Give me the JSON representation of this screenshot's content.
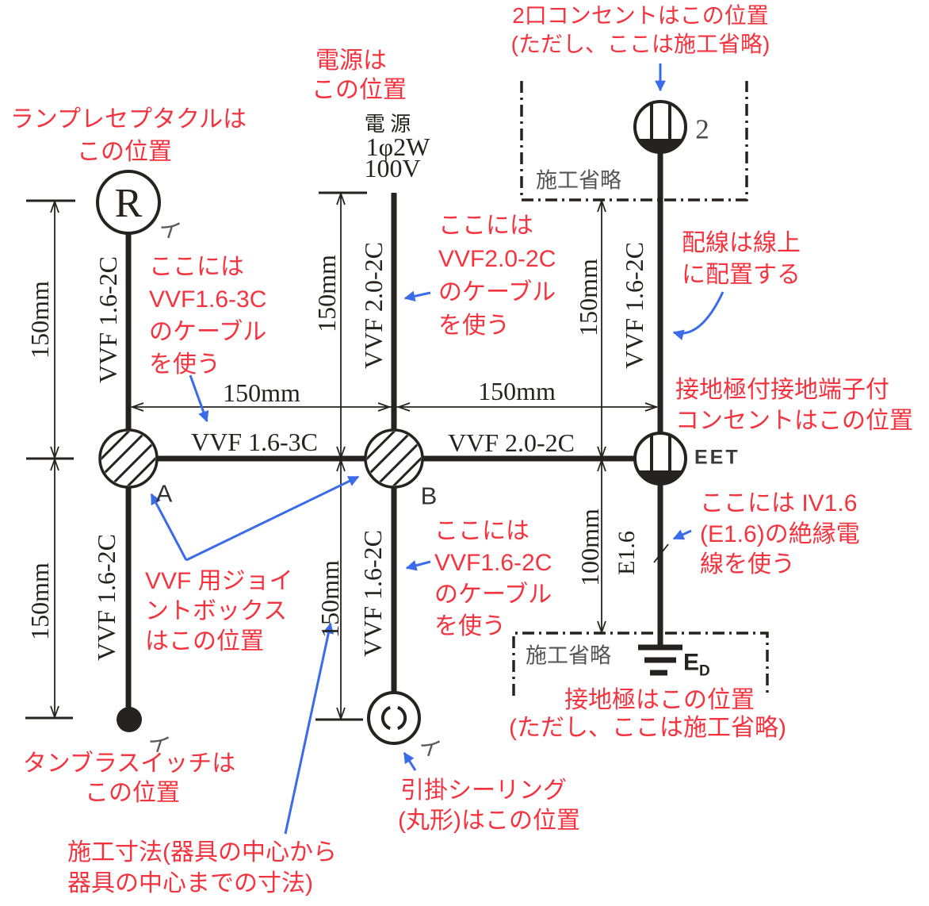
{
  "colors": {
    "wire": "#262220",
    "red": "#f4333f",
    "blue": "#3a6be8",
    "gray": "#555555"
  },
  "power_source": {
    "title": "電 源",
    "phase": "1φ2W",
    "voltage": "100V"
  },
  "devices": {
    "lamp_receptacle": {
      "symbol": "R",
      "circuit": "イ"
    },
    "double_outlet": {
      "count_label": "2"
    },
    "joint_box_a": {
      "label": "A"
    },
    "joint_box_b": {
      "label": "B"
    },
    "tumbler_switch": {
      "circuit": "イ"
    },
    "ceiling_rose": {
      "circuit": "イ"
    },
    "eet_outlet": {
      "label": "EET"
    },
    "ground_electrode": {
      "label": "E",
      "label_sub": "D"
    }
  },
  "omitted_boxes": {
    "top": "施工省略",
    "bottom": "施工省略"
  },
  "cables": {
    "lamp_to_a": "VVF 1.6-2C",
    "a_to_switch": "VVF 1.6-2C",
    "source_to_b": "VVF 2.0-2C",
    "b_to_ceiling": "VVF 1.6-2C",
    "outlet_to_eet": "VVF 1.6-2C",
    "eet_to_ground": "E1.6",
    "a_to_b": "VVF 1.6-3C",
    "b_to_eet": "VVF 2.0-2C"
  },
  "dimensions": {
    "left_upper": "150mm",
    "left_lower": "150mm",
    "center_upper": "150mm",
    "center_lower": "150mm",
    "right_upper": "150mm",
    "right_lower": "100mm",
    "horiz_left": "150mm",
    "horiz_right": "150mm"
  },
  "notes_red": {
    "lamp": [
      "ランプレセプタクルは",
      "この位置"
    ],
    "power": [
      "電源は",
      "この位置"
    ],
    "double_outlet": [
      "2口コンセントはこの位置",
      "(ただし、ここは施工省略)"
    ],
    "cable_163c": [
      "ここには",
      "VVF1.6-3C",
      "のケーブル",
      "を使う"
    ],
    "cable_202c": [
      "ここには",
      "VVF2.0-2C",
      "のケーブル",
      "を使う"
    ],
    "wiring_on_line": [
      "配線は線上",
      "に配置する"
    ],
    "eet": [
      "接地極付接地端子付",
      "コンセントはこの位置"
    ],
    "iv_wire": [
      "ここには IV1.6",
      "(E1.6)の絶縁電",
      "線を使う"
    ],
    "ground": [
      "接地極はこの位置",
      "(ただし、ここは施工省略)"
    ],
    "joint_box": [
      "VVF 用ジョイ",
      "ントボックス",
      "はこの位置"
    ],
    "cable_162c": [
      "ここには",
      "VVF1.6-2C",
      "のケーブル",
      "を使う"
    ],
    "switch": [
      "タンブラスイッチは",
      "この位置"
    ],
    "ceiling": [
      "引掛シーリング",
      "(丸形)はこの位置"
    ],
    "dimension": [
      "施工寸法(器具の中心から",
      "器具の中心までの寸法)"
    ]
  }
}
